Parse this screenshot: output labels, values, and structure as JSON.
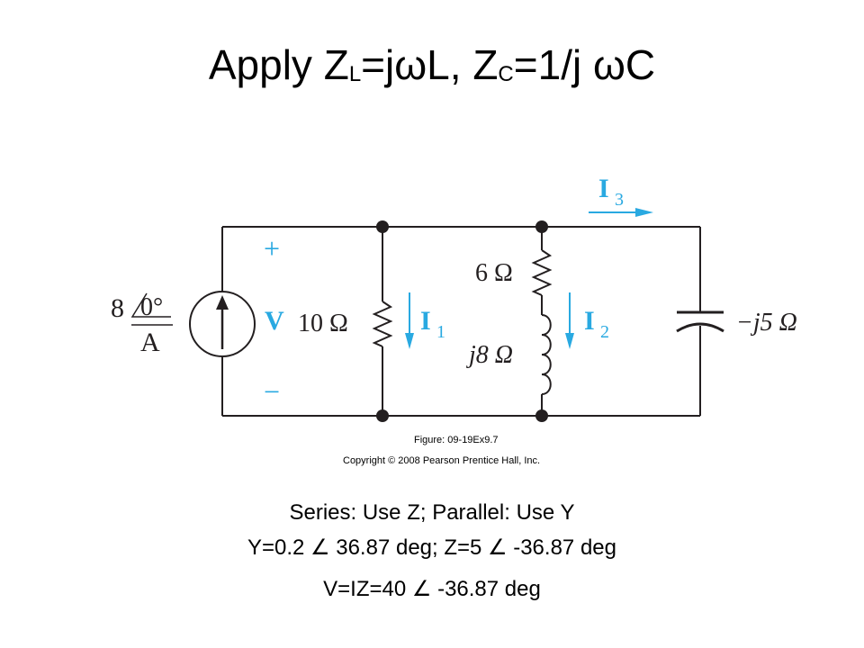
{
  "title": {
    "prefix": "Apply Z",
    "sub_l": "L",
    "mid": "=jωL, Z",
    "sub_c": "C",
    "suffix": "=1/j ωC"
  },
  "figure": {
    "source_value": "8",
    "source_angle": "0°",
    "source_unit": "A",
    "voltage_label": "V",
    "plus": "+",
    "minus": "−",
    "r1_label": "10 Ω",
    "i1": "I",
    "i1_sub": "1",
    "r2_label": "6 Ω",
    "l_label": "j8 Ω",
    "i2": "I",
    "i2_sub": "2",
    "i3": "I",
    "i3_sub": "3",
    "c_label": "−j5 Ω",
    "caption": "Figure: 09-19Ex9.7",
    "copyright": "Copyright © 2008 Pearson Prentice Hall, Inc.",
    "accent_color": "#29a9e1"
  },
  "notes": {
    "line1": "Series: Use Z; Parallel: Use Y",
    "line2": "Y=0.2 ∠ 36.87 deg; Z=5 ∠ -36.87 deg",
    "line3": "V=IZ=40 ∠ -36.87 deg"
  }
}
